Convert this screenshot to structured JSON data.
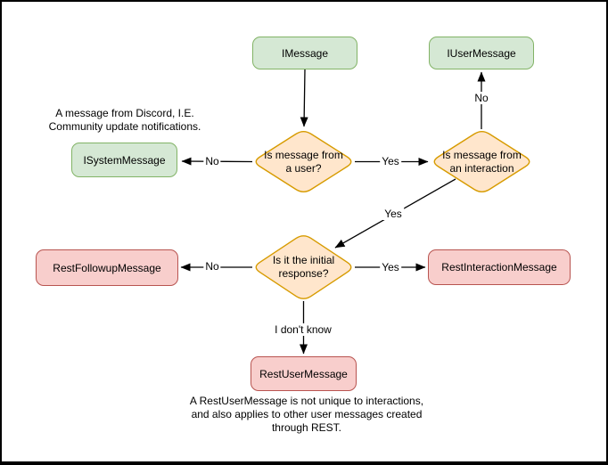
{
  "diagram": {
    "nodes": {
      "imessage": {
        "label": "IMessage",
        "type": "interface"
      },
      "iusermessage": {
        "label": "IUserMessage",
        "type": "interface"
      },
      "isystemmessage": {
        "label": "ISystemMessage",
        "type": "interface"
      },
      "q_user": {
        "label": "Is message from\na user?",
        "type": "decision"
      },
      "q_interaction": {
        "label": "Is message from\nan interaction",
        "type": "decision"
      },
      "q_initial": {
        "label": "Is it the initial\nresponse?",
        "type": "decision"
      },
      "rest_followup": {
        "label": "RestFollowupMessage",
        "type": "rest"
      },
      "rest_interaction": {
        "label": "RestInteractionMessage",
        "type": "rest"
      },
      "rest_user": {
        "label": "RestUserMessage",
        "type": "rest"
      }
    },
    "edge_labels": {
      "user_no": "No",
      "user_yes": "Yes",
      "interaction_no": "No",
      "interaction_yes": "Yes",
      "initial_no": "No",
      "initial_yes": "Yes",
      "initial_unknown": "I don't know"
    },
    "notes": {
      "isystem_note": "A message from Discord, I.E.\nCommunity update notifications.",
      "rest_user_note": "A RestUserMessage is not unique to interactions,\nand also applies to other user messages created\nthrough REST."
    },
    "colors": {
      "interface_fill": "#d5e8d4",
      "interface_stroke": "#82b366",
      "decision_fill": "#ffe6cc",
      "decision_stroke": "#d79b00",
      "rest_fill": "#f8cecc",
      "rest_stroke": "#b85450",
      "arrow": "#000000",
      "background": "#ffffff"
    }
  }
}
